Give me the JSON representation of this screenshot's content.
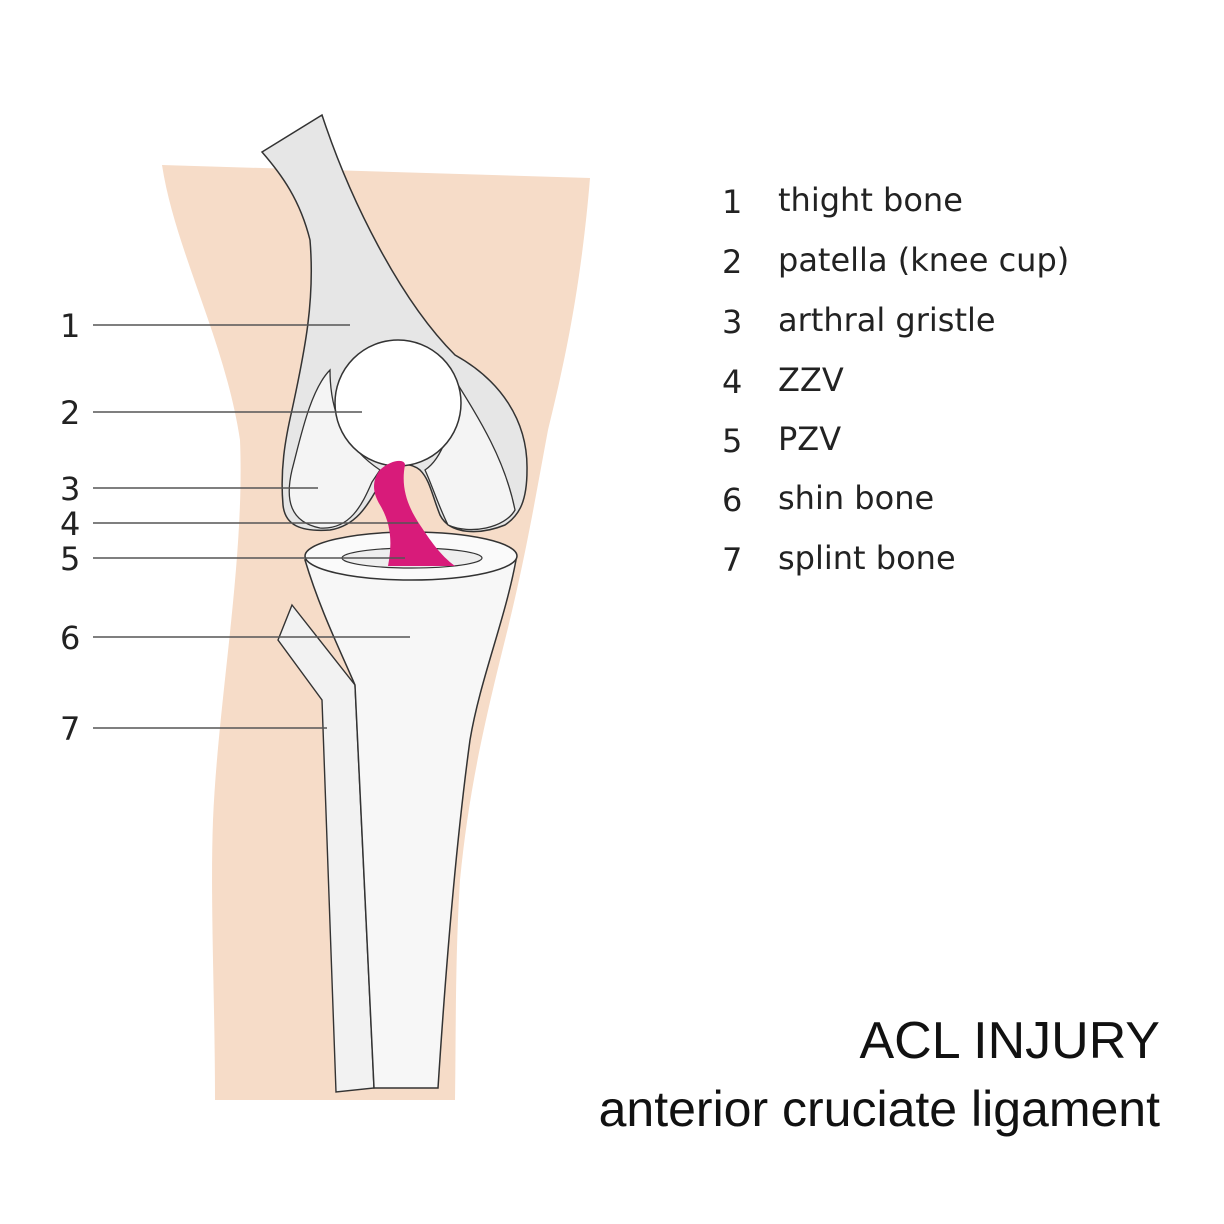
{
  "colors": {
    "skin": "#f6dcc8",
    "bone": "#e6e6e6",
    "bone_light": "#f7f7f7",
    "ligament": "#d81b7a"
  },
  "callouts": [
    "1",
    "2",
    "3",
    "4",
    "5",
    "6",
    "7"
  ],
  "legend": [
    {
      "num": "1",
      "label": "thight bone"
    },
    {
      "num": "2",
      "label": "patella (knee cup)"
    },
    {
      "num": "3",
      "label": "arthral gristle"
    },
    {
      "num": "4",
      "label": "ZZV"
    },
    {
      "num": "5",
      "label": "PZV"
    },
    {
      "num": "6",
      "label": "shin bone"
    },
    {
      "num": "7",
      "label": "splint bone"
    }
  ],
  "title": "ACL INJURY",
  "subtitle": "anterior cruciate ligament"
}
